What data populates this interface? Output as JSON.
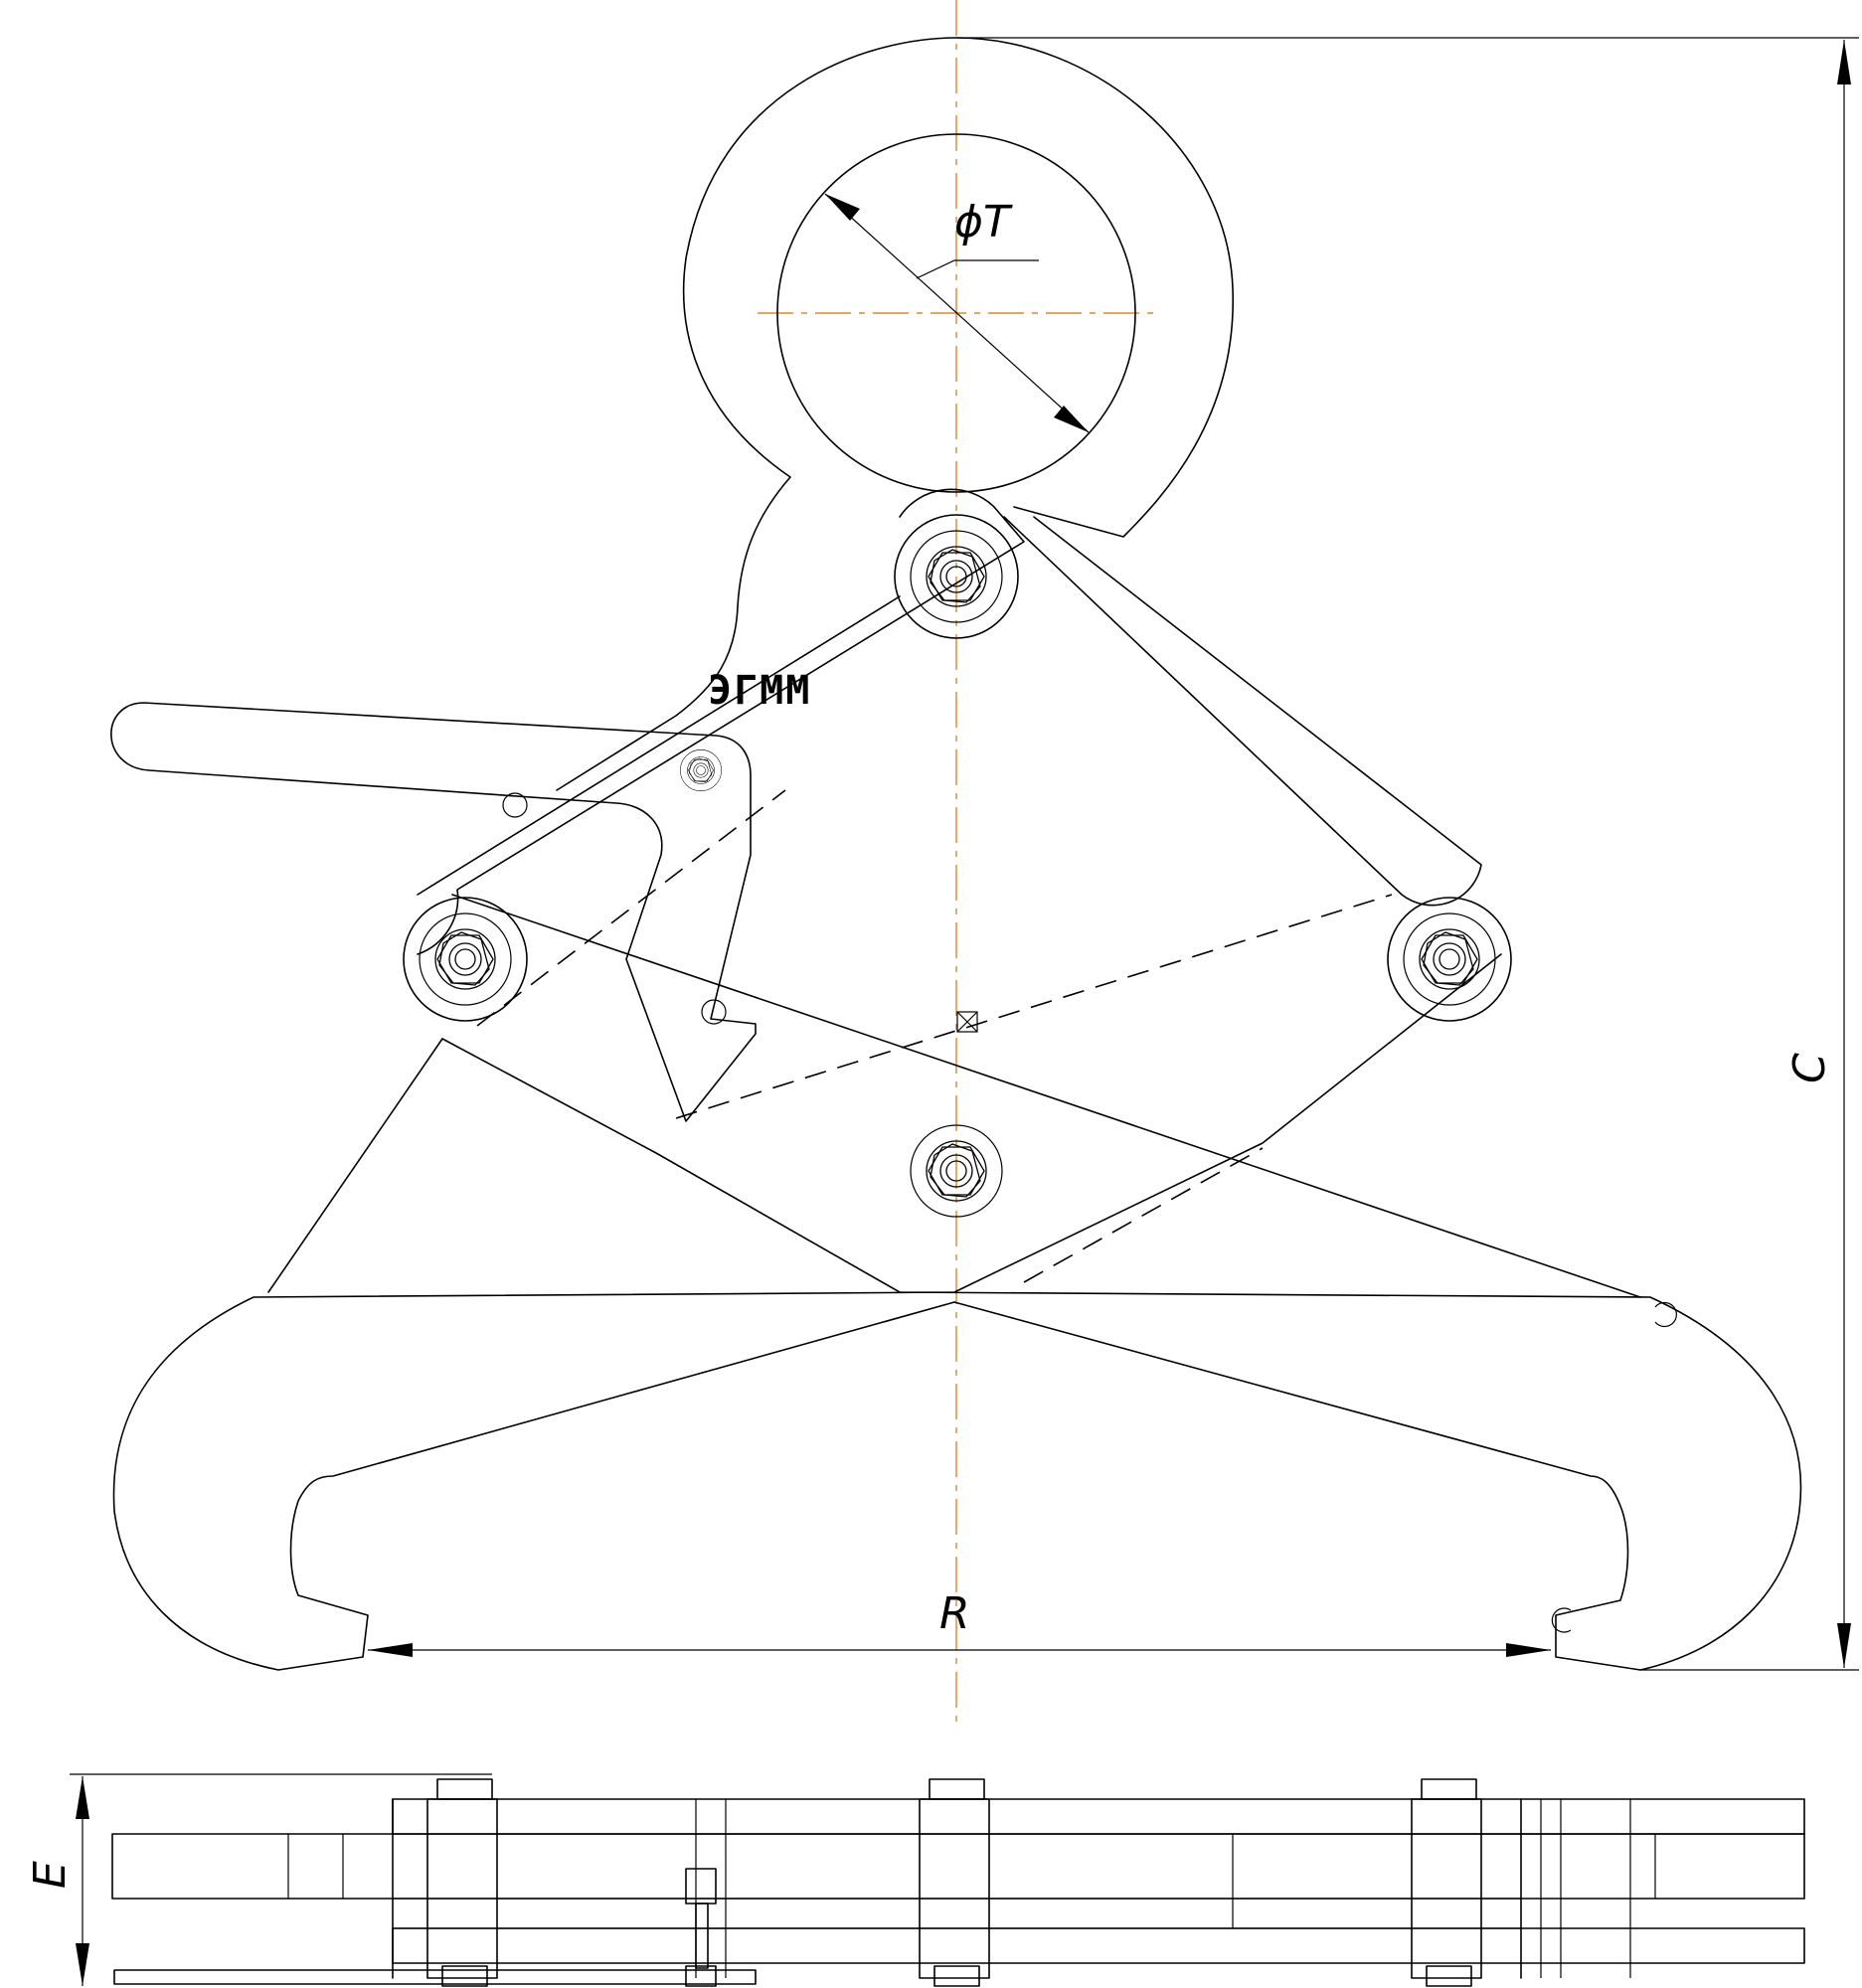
{
  "drawing": {
    "dimension_labels": {
      "diameter": "ϕT",
      "height": "C",
      "span": "R",
      "thickness": "E"
    },
    "logo_text": "ЭГММ",
    "colors": {
      "line": "#000000",
      "centerline": "#d9892b",
      "background": "#ffffff"
    }
  }
}
